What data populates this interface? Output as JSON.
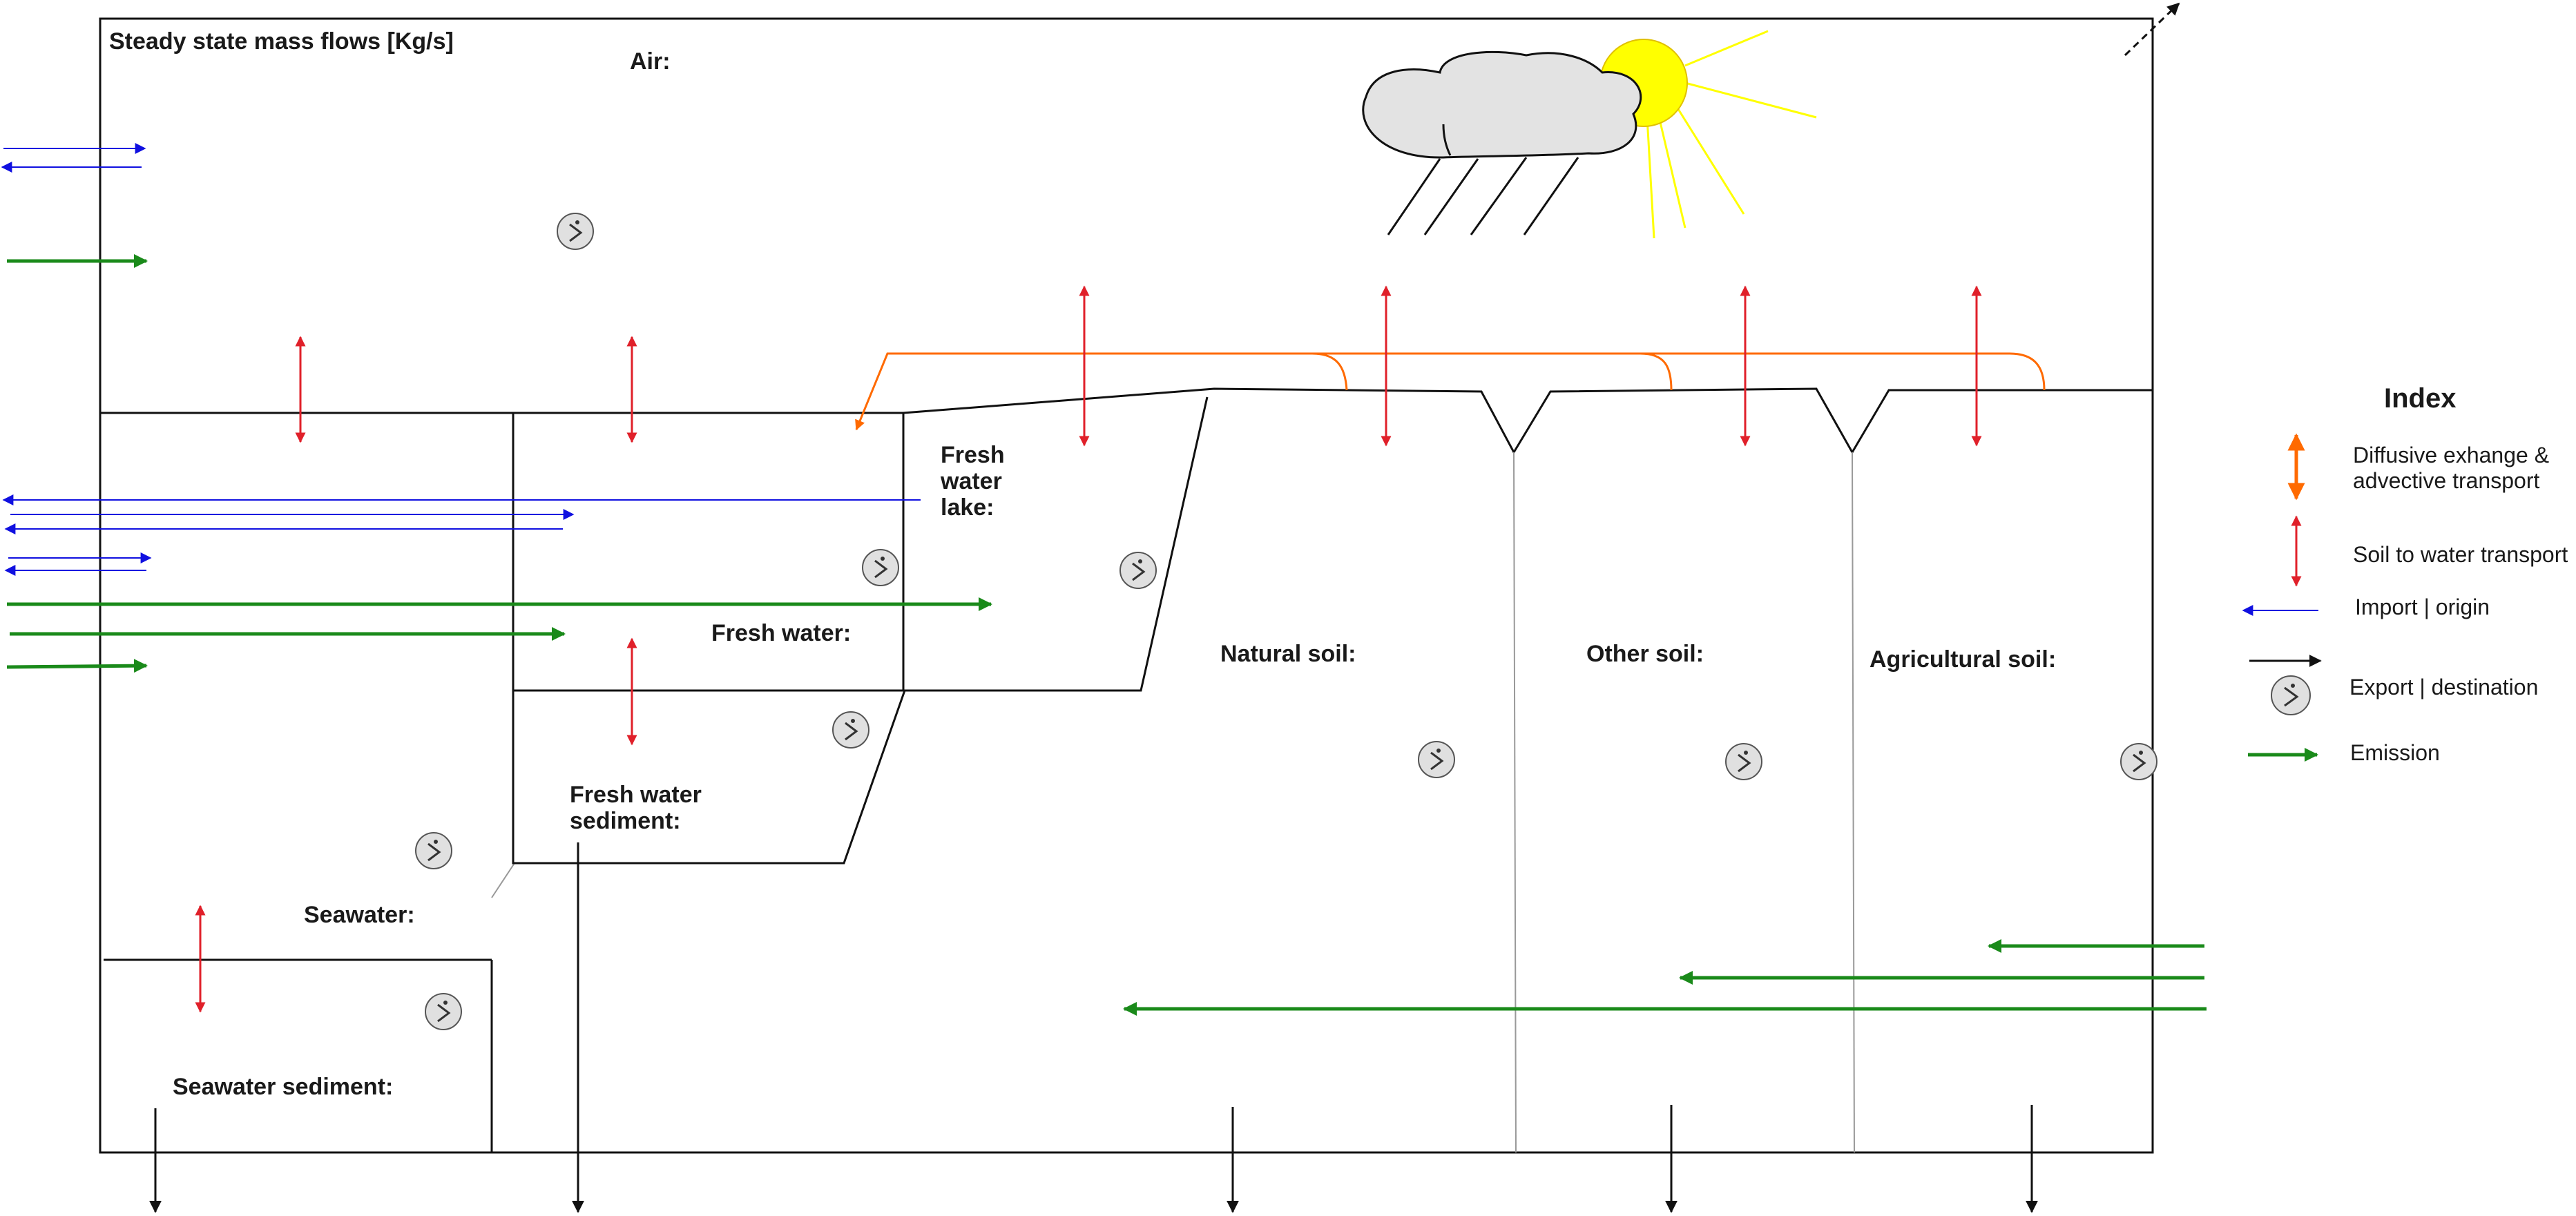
{
  "diagram": {
    "title": "Steady state mass flows [Kg/s]",
    "compartments": {
      "air": "Air:",
      "fresh_water_lake": [
        "Fresh",
        "water",
        "lake:"
      ],
      "fresh_water": "Fresh water:",
      "fresh_water_sediment": [
        "Fresh water",
        "sediment:"
      ],
      "seawater": "Seawater:",
      "seawater_sediment": "Seawater sediment:",
      "natural_soil": "Natural soil:",
      "other_soil": "Other soil:",
      "agricultural_soil": "Agricultural soil:"
    }
  },
  "legend": {
    "title": "Index",
    "items": {
      "diffusive": [
        "Diffusive exhange &",
        "advective transport"
      ],
      "soil_to_water": "Soil to water transport",
      "import": "Import | origin",
      "export": "Export | destination",
      "emission": "Emission"
    }
  },
  "colors": {
    "diffusive": "#ff6a00",
    "soil_to_water": "#e0202a",
    "import": "#1010e0",
    "export": "#111111",
    "emission": "#1a8a1a",
    "sun": "#ffff00",
    "cloud": "#e3e3e3"
  }
}
